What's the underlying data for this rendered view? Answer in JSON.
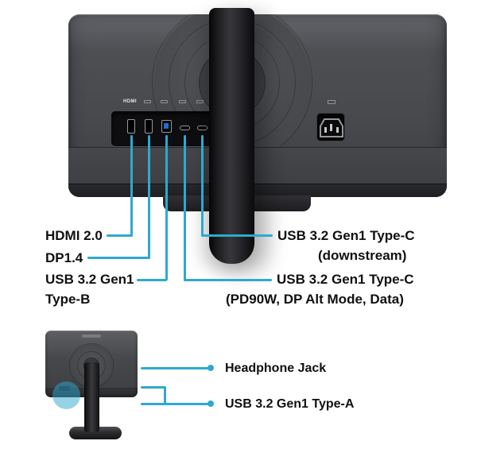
{
  "colors": {
    "accent": "#2FA8CF",
    "text": "#101010"
  },
  "top_diagram": {
    "port_markings": {
      "hdmi": "HDMI"
    },
    "callouts": {
      "hdmi": "HDMI 2.0",
      "dp": "DP1.4",
      "usb_b_line1": "USB 3.2 Gen1",
      "usb_b_line2": "Type-B",
      "usb_c_downstream_line1": "USB 3.2 Gen1 Type-C",
      "usb_c_downstream_line2": "(downstream)",
      "usb_c_pd_line1": "USB 3.2 Gen1 Type-C",
      "usb_c_pd_line2": "(PD90W, DP Alt Mode, Data)"
    }
  },
  "bottom_diagram": {
    "callouts": {
      "headphone": "Headphone Jack",
      "usb_a": "USB 3.2 Gen1 Type-A"
    }
  }
}
